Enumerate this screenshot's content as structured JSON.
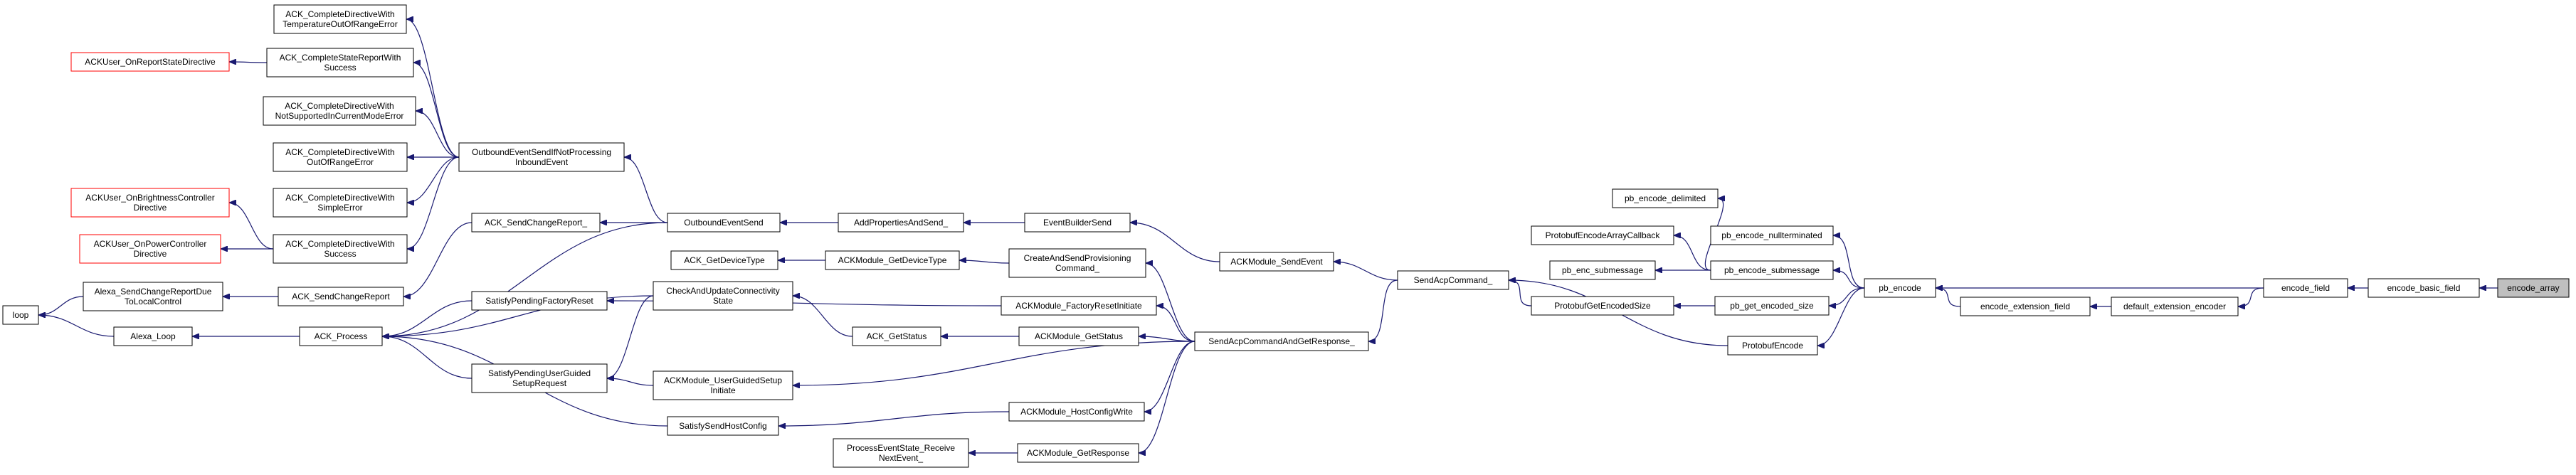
{
  "colors": {
    "edge": "#191970",
    "node_border": "#000000",
    "node_border_unresolved": "#ff0000",
    "root_fill": "#bfbfbf"
  },
  "nodes": {
    "n_temp": {
      "lines": [
        "ACK_CompleteDirectiveWith",
        "TemperatureOutOfRangeError"
      ]
    },
    "n_reportstate": {
      "lines": [
        "ACKUser_OnReportStateDirective"
      ],
      "unresolved": true
    },
    "n_statereport": {
      "lines": [
        "ACK_CompleteStateReportWith",
        "Success"
      ]
    },
    "n_notsupported": {
      "lines": [
        "ACK_CompleteDirectiveWith",
        "NotSupportedInCurrentModeError"
      ]
    },
    "n_outofrange": {
      "lines": [
        "ACK_CompleteDirectiveWith",
        "OutOfRangeError"
      ]
    },
    "n_obsinp": {
      "lines": [
        "OutboundEventSendIfNotProcessing",
        "InboundEvent"
      ]
    },
    "n_simpleerror": {
      "lines": [
        "ACK_CompleteDirectiveWith",
        "SimpleError"
      ]
    },
    "n_brightness": {
      "lines": [
        "ACKUser_OnBrightnessController",
        "Directive"
      ],
      "unresolved": true
    },
    "n_sendchangereport_": {
      "lines": [
        "ACK_SendChangeReport_"
      ]
    },
    "n_outboundeventsend": {
      "lines": [
        "OutboundEventSend"
      ]
    },
    "n_addprops": {
      "lines": [
        "AddPropertiesAndSend_"
      ]
    },
    "n_eventbuildersend": {
      "lines": [
        "EventBuilderSend"
      ]
    },
    "n_power": {
      "lines": [
        "ACKUser_OnPowerController",
        "Directive"
      ],
      "unresolved": true
    },
    "n_cdsuccess": {
      "lines": [
        "ACK_CompleteDirectiveWith",
        "Success"
      ]
    },
    "n_getdevicetype": {
      "lines": [
        "ACK_GetDeviceType"
      ]
    },
    "n_modgetdevicetype": {
      "lines": [
        "ACKModule_GetDeviceType"
      ]
    },
    "n_createprov": {
      "lines": [
        "CreateAndSendProvisioning",
        "Command_"
      ]
    },
    "n_modsendevent": {
      "lines": [
        "ACKModule_SendEvent"
      ]
    },
    "n_alexascr": {
      "lines": [
        "Alexa_SendChangeReportDue",
        "ToLocalControl"
      ]
    },
    "n_sendchangereport": {
      "lines": [
        "ACK_SendChangeReport"
      ]
    },
    "n_loop": {
      "lines": [
        "loop"
      ]
    },
    "n_satfactory": {
      "lines": [
        "SatisfyPendingFactoryReset"
      ]
    },
    "n_modfactory": {
      "lines": [
        "ACKModule_FactoryResetInitiate"
      ]
    },
    "n_alexaloop": {
      "lines": [
        "Alexa_Loop"
      ]
    },
    "n_ackprocess": {
      "lines": [
        "ACK_Process"
      ]
    },
    "n_checkconn": {
      "lines": [
        "CheckAndUpdateConnectivity",
        "State"
      ]
    },
    "n_getstatus": {
      "lines": [
        "ACK_GetStatus"
      ]
    },
    "n_modgetstatus": {
      "lines": [
        "ACKModule_GetStatus"
      ]
    },
    "n_sendacpresp": {
      "lines": [
        "SendAcpCommandAndGetResponse_"
      ]
    },
    "n_sendacp": {
      "lines": [
        "SendAcpCommand_"
      ]
    },
    "n_satguided": {
      "lines": [
        "SatisfyPendingUserGuided",
        "SetupRequest"
      ]
    },
    "n_modguided": {
      "lines": [
        "ACKModule_UserGuidedSetup",
        "Initiate"
      ]
    },
    "n_sathost": {
      "lines": [
        "SatisfySendHostConfig"
      ]
    },
    "n_modhost": {
      "lines": [
        "ACKModule_HostConfigWrite"
      ]
    },
    "n_procevent": {
      "lines": [
        "ProcessEventState_Receive",
        "NextEvent_"
      ]
    },
    "n_modgetresp": {
      "lines": [
        "ACKModule_GetResponse"
      ]
    },
    "n_pbdelim": {
      "lines": [
        "pb_encode_delimited"
      ]
    },
    "n_protoarray": {
      "lines": [
        "ProtobufEncodeArrayCallback"
      ]
    },
    "n_pbsubmsg": {
      "lines": [
        "pb_enc_submessage"
      ]
    },
    "n_pbnullterm": {
      "lines": [
        "pb_encode_nullterminated"
      ]
    },
    "n_pbencsub": {
      "lines": [
        "pb_encode_submessage"
      ]
    },
    "n_protosize": {
      "lines": [
        "ProtobufGetEncodedSize"
      ]
    },
    "n_pbgetsize": {
      "lines": [
        "pb_get_encoded_size"
      ]
    },
    "n_protoencode": {
      "lines": [
        "ProtobufEncode"
      ]
    },
    "n_pbencode": {
      "lines": [
        "pb_encode"
      ]
    },
    "n_encext": {
      "lines": [
        "encode_extension_field"
      ]
    },
    "n_defext": {
      "lines": [
        "default_extension_encoder"
      ]
    },
    "n_encfield": {
      "lines": [
        "encode_field"
      ]
    },
    "n_encbasic": {
      "lines": [
        "encode_basic_field"
      ]
    },
    "n_encarray": {
      "lines": [
        "encode_array"
      ],
      "root": true
    }
  }
}
